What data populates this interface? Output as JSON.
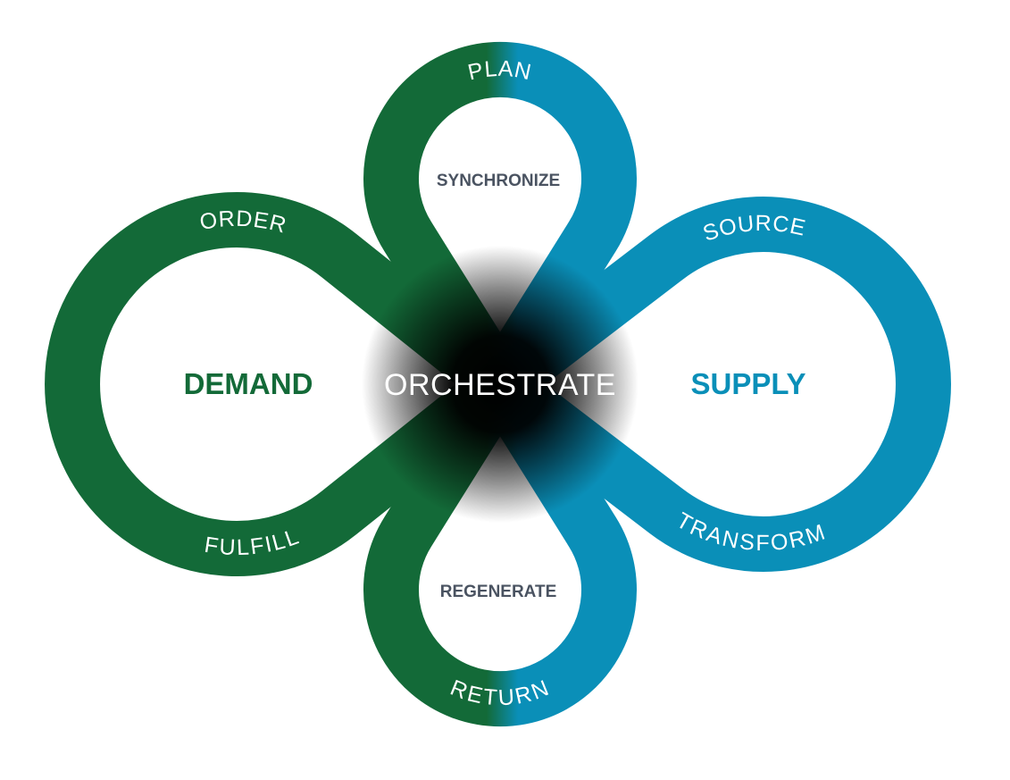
{
  "colors": {
    "demand": "#136a38",
    "supply": "#0a8fb8",
    "sub_label": "#4a5361",
    "center": "#000000"
  },
  "center": {
    "label": "ORCHESTRATE"
  },
  "loops": {
    "demand": {
      "title": "DEMAND",
      "top_label": "ORDER",
      "bottom_label": "FULFILL"
    },
    "supply": {
      "title": "SUPPLY",
      "top_label": "SOURCE",
      "bottom_label": "TRANSFORM"
    },
    "top": {
      "label": "PLAN",
      "inner": "SYNCHRONIZE"
    },
    "bottom": {
      "label": "RETURN",
      "inner": "REGENERATE"
    }
  }
}
